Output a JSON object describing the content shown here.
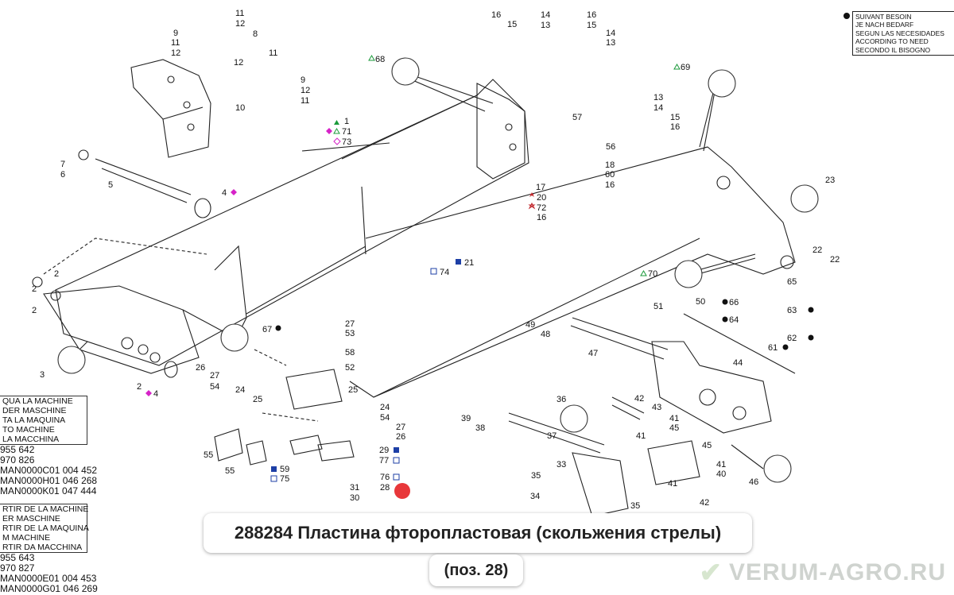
{
  "legend": {
    "lines": [
      "SUIVANT BESOIN",
      "JE NACH BEDARF",
      "SEGUN LAS NECESIDADES",
      "ACCORDING TO NEED",
      "SECONDO IL BISOGNO"
    ]
  },
  "left_block_top": {
    "lines": [
      "QUA LA MACHINE",
      "DER MASCHINE",
      "TA LA MAQUINA",
      "TO MACHINE",
      "LA MACCHINA"
    ],
    "codes": [
      "955 642",
      "970 826",
      "MAN0000C01 004 452",
      "MAN0000H01 046 268",
      "MAN0000K01 047 444"
    ]
  },
  "left_block_bottom": {
    "lines": [
      "RTIR DE LA MACHINE",
      "ER MASCHINE",
      "RTIR DE LA MAQUINA",
      "M MACHINE",
      "RTIR DA MACCHINA"
    ],
    "codes": [
      "955 643",
      "970 827",
      "MAN0000E01 004 453",
      "MAN0000G01 046 269"
    ]
  },
  "caption": {
    "line1": "288284 Пластина фторопластовая (скольжения стрелы)",
    "line2": "(поз. 28)"
  },
  "watermark": "VERUM-AGRO.RU",
  "colors": {
    "magenta": "#d622c8",
    "green": "#1a9a3a",
    "blue": "#1d3fa6",
    "red": "#c0262b",
    "marker": "#e8373a"
  },
  "callouts": [
    {
      "id": "c11a",
      "text": "11"
    },
    {
      "id": "c12a",
      "text": "12"
    },
    {
      "id": "c8",
      "text": "8"
    },
    {
      "id": "c9a",
      "text": "9"
    },
    {
      "id": "c11b",
      "text": "11"
    },
    {
      "id": "c12b",
      "text": "12"
    },
    {
      "id": "c12c",
      "text": "12"
    },
    {
      "id": "c11c",
      "text": "11"
    },
    {
      "id": "c9b",
      "text": "9"
    },
    {
      "id": "c12d",
      "text": "12"
    },
    {
      "id": "c11d",
      "text": "11"
    },
    {
      "id": "c10",
      "text": "10"
    },
    {
      "id": "c7",
      "text": "7"
    },
    {
      "id": "c6",
      "text": "6"
    },
    {
      "id": "c5",
      "text": "5"
    },
    {
      "id": "c4a",
      "text": "4"
    },
    {
      "id": "c1",
      "text": "1"
    },
    {
      "id": "c71",
      "text": "71"
    },
    {
      "id": "c73",
      "text": "73"
    },
    {
      "id": "c68",
      "text": "68"
    },
    {
      "id": "c16a",
      "text": "16"
    },
    {
      "id": "c15a",
      "text": "15"
    },
    {
      "id": "c14a",
      "text": "14"
    },
    {
      "id": "c13a",
      "text": "13"
    },
    {
      "id": "c16b",
      "text": "16"
    },
    {
      "id": "c15b",
      "text": "15"
    },
    {
      "id": "c14b",
      "text": "14"
    },
    {
      "id": "c13b",
      "text": "13"
    },
    {
      "id": "c69",
      "text": "69"
    },
    {
      "id": "c57",
      "text": "57"
    },
    {
      "id": "c56",
      "text": "56"
    },
    {
      "id": "c13c",
      "text": "13"
    },
    {
      "id": "c14c",
      "text": "14"
    },
    {
      "id": "c15c",
      "text": "15"
    },
    {
      "id": "c16c",
      "text": "16"
    },
    {
      "id": "c17",
      "text": "17"
    },
    {
      "id": "c20",
      "text": "20"
    },
    {
      "id": "c72",
      "text": "72"
    },
    {
      "id": "c16d",
      "text": "16"
    },
    {
      "id": "c18",
      "text": "18"
    },
    {
      "id": "c60",
      "text": "60"
    },
    {
      "id": "c16e",
      "text": "16"
    },
    {
      "id": "c23",
      "text": "23"
    },
    {
      "id": "c21",
      "text": "21"
    },
    {
      "id": "c74",
      "text": "74"
    },
    {
      "id": "c70",
      "text": "70"
    },
    {
      "id": "c22a",
      "text": "22"
    },
    {
      "id": "c22b",
      "text": "22"
    },
    {
      "id": "c65",
      "text": "65"
    },
    {
      "id": "c66",
      "text": "66"
    },
    {
      "id": "c64",
      "text": "64"
    },
    {
      "id": "c63",
      "text": "63"
    },
    {
      "id": "c62",
      "text": "62"
    },
    {
      "id": "c61",
      "text": "61"
    },
    {
      "id": "c51",
      "text": "51"
    },
    {
      "id": "c50",
      "text": "50"
    },
    {
      "id": "c49",
      "text": "49"
    },
    {
      "id": "c48",
      "text": "48"
    },
    {
      "id": "c47",
      "text": "47"
    },
    {
      "id": "c44",
      "text": "44"
    },
    {
      "id": "c2a",
      "text": "2"
    },
    {
      "id": "c2b",
      "text": "2"
    },
    {
      "id": "c2c",
      "text": "2"
    },
    {
      "id": "c3",
      "text": "3"
    },
    {
      "id": "c2d",
      "text": "2"
    },
    {
      "id": "c4b",
      "text": "4"
    },
    {
      "id": "c67",
      "text": "67"
    },
    {
      "id": "c26a",
      "text": "26"
    },
    {
      "id": "c27a",
      "text": "27"
    },
    {
      "id": "c54a",
      "text": "54"
    },
    {
      "id": "c24a",
      "text": "24"
    },
    {
      "id": "c25a",
      "text": "25"
    },
    {
      "id": "c27b",
      "text": "27"
    },
    {
      "id": "c53",
      "text": "53"
    },
    {
      "id": "c58",
      "text": "58"
    },
    {
      "id": "c52",
      "text": "52"
    },
    {
      "id": "c25b",
      "text": "25"
    },
    {
      "id": "c24b",
      "text": "24"
    },
    {
      "id": "c54b",
      "text": "54"
    },
    {
      "id": "c27c",
      "text": "27"
    },
    {
      "id": "c26b",
      "text": "26"
    },
    {
      "id": "c29",
      "text": "29"
    },
    {
      "id": "c77",
      "text": "77"
    },
    {
      "id": "c76",
      "text": "76"
    },
    {
      "id": "c28",
      "text": "28"
    },
    {
      "id": "c59",
      "text": "59"
    },
    {
      "id": "c75",
      "text": "75"
    },
    {
      "id": "c31",
      "text": "31"
    },
    {
      "id": "c30",
      "text": "30"
    },
    {
      "id": "c55a",
      "text": "55"
    },
    {
      "id": "c55b",
      "text": "55"
    },
    {
      "id": "c39",
      "text": "39"
    },
    {
      "id": "c38",
      "text": "38"
    },
    {
      "id": "c36",
      "text": "36"
    },
    {
      "id": "c37",
      "text": "37"
    },
    {
      "id": "c33",
      "text": "33"
    },
    {
      "id": "c35a",
      "text": "35"
    },
    {
      "id": "c34",
      "text": "34"
    },
    {
      "id": "c35b",
      "text": "35"
    },
    {
      "id": "c42a",
      "text": "42"
    },
    {
      "id": "c43",
      "text": "43"
    },
    {
      "id": "c41a",
      "text": "41"
    },
    {
      "id": "c45a",
      "text": "45"
    },
    {
      "id": "c41b",
      "text": "41"
    },
    {
      "id": "c45b",
      "text": "45"
    },
    {
      "id": "c41c",
      "text": "41"
    },
    {
      "id": "c40",
      "text": "40"
    },
    {
      "id": "c41d",
      "text": "41"
    },
    {
      "id": "c46",
      "text": "46"
    },
    {
      "id": "c42b",
      "text": "42"
    }
  ]
}
